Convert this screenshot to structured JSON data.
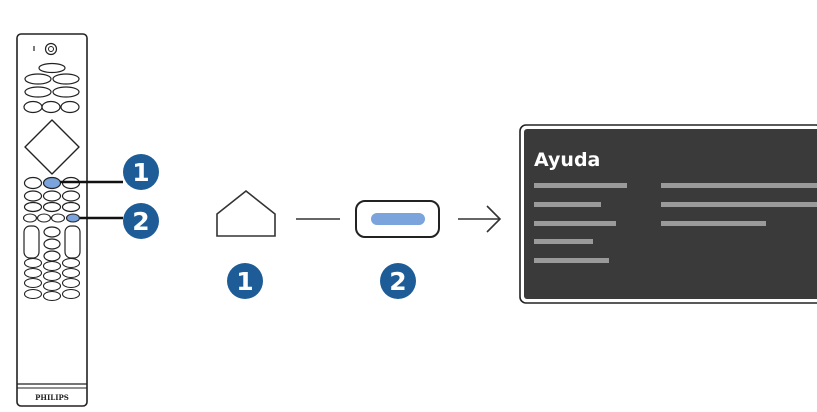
{
  "remote": {
    "brand": "PHILIPS",
    "power_icon": "power-icon",
    "highlight_color": "#7BA3DC"
  },
  "callouts": {
    "badge_color": "#1D5C97",
    "badge1": "1",
    "badge2": "2"
  },
  "steps": {
    "home_icon": "home-icon",
    "step1": "1",
    "step2": "2",
    "button_fill": "#7BA3DC",
    "arrow_icon": "arrow-right-icon"
  },
  "screen": {
    "title": "Ayuda",
    "background": "#3A3A3A"
  }
}
